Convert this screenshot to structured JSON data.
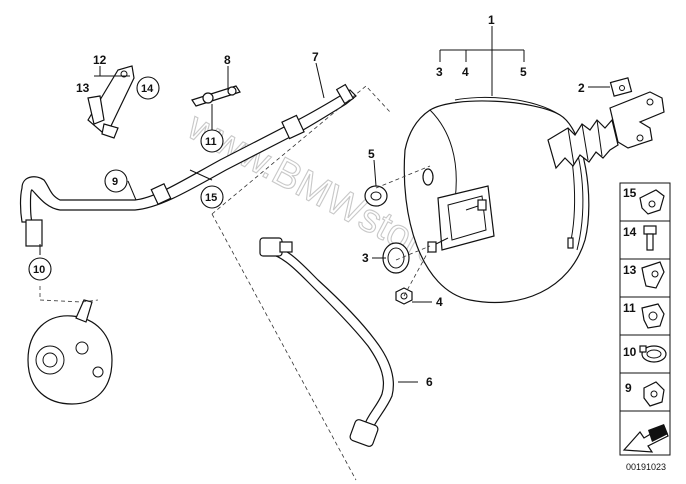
{
  "watermark": "www.BMWstore.pl",
  "diagram_code": "00191023",
  "callouts": {
    "c1": "1",
    "c2": "2",
    "c3top": "3",
    "c4top": "4",
    "c5top": "5",
    "c3": "3",
    "c4": "4",
    "c5": "5",
    "c6": "6",
    "c7": "7",
    "c8": "8",
    "c9": "9",
    "c10": "10",
    "c11": "11",
    "c12": "12",
    "c13": "13",
    "c14": "14",
    "c15": "15"
  },
  "legend": [
    {
      "label": "15",
      "icon": "clip-15-icon"
    },
    {
      "label": "14",
      "icon": "bolt-14-icon"
    },
    {
      "label": "13",
      "icon": "clamp-13-icon"
    },
    {
      "label": "11",
      "icon": "clip-11-icon"
    },
    {
      "label": "10",
      "icon": "hose-clamp-10-icon"
    },
    {
      "label": "9",
      "icon": "clip-9-icon"
    }
  ]
}
